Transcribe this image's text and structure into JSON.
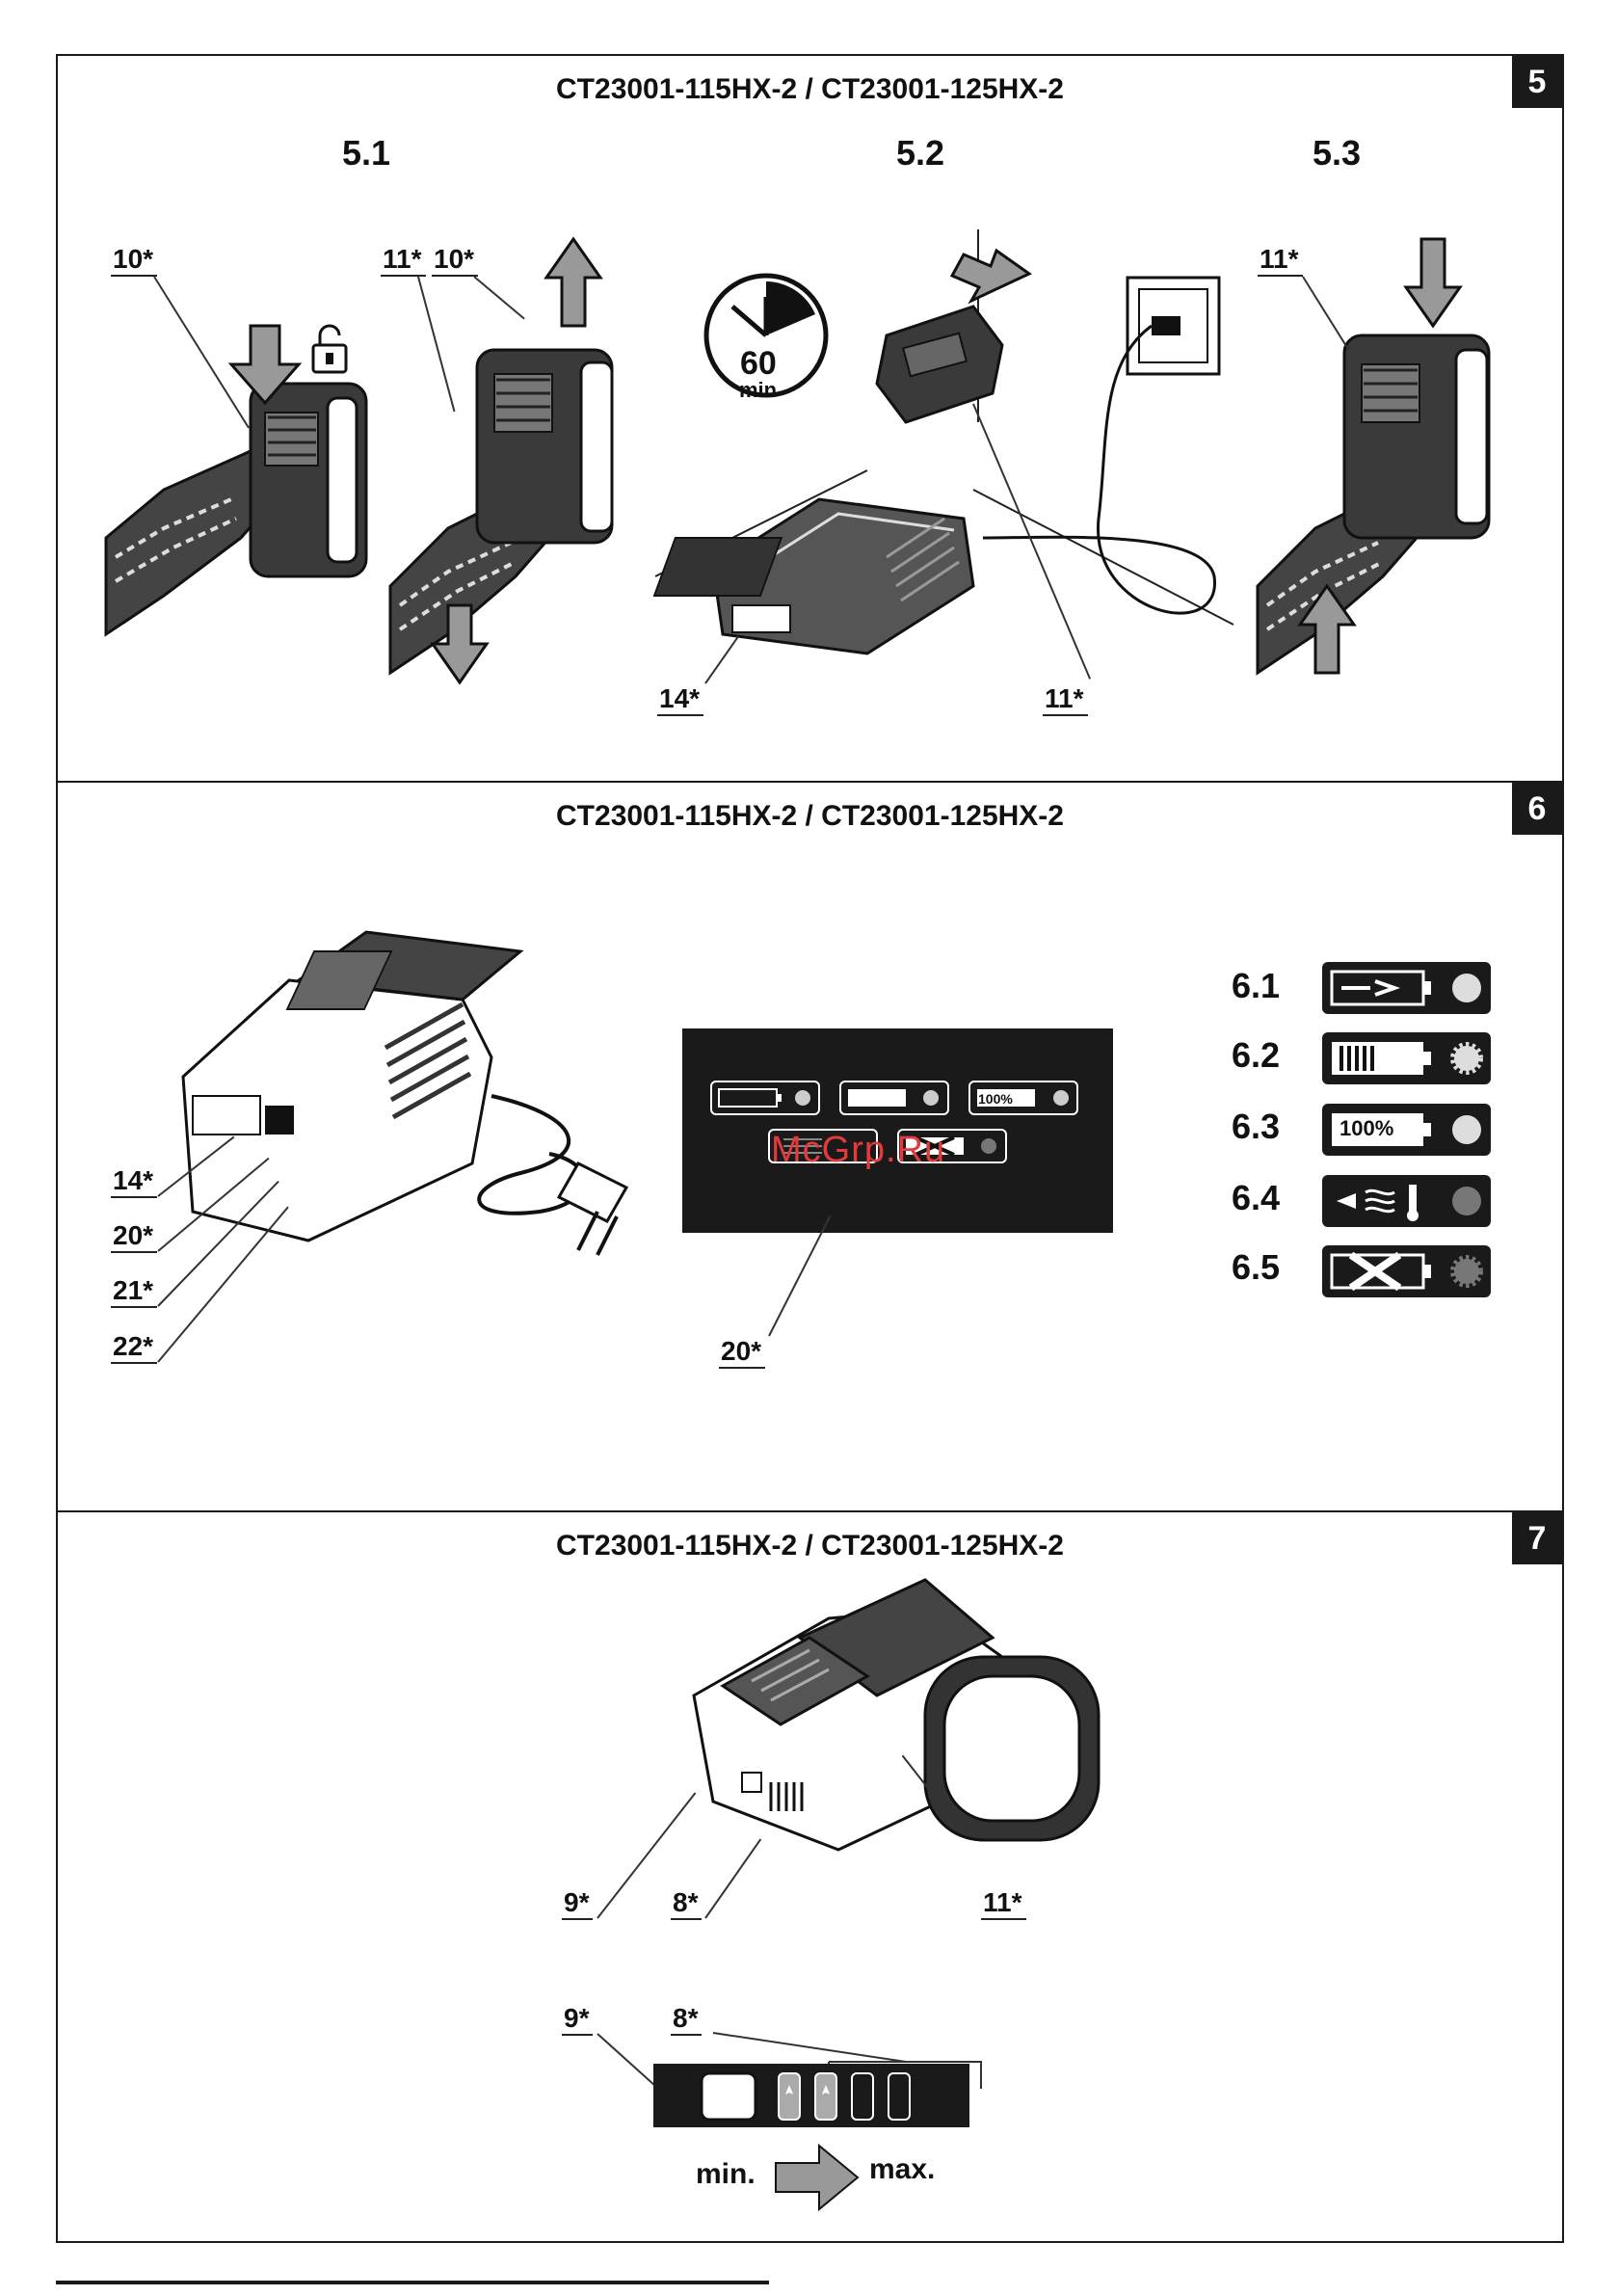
{
  "panels": [
    {
      "model": "CT23001-115HX-2 / CT23001-125HX-2",
      "number": "5"
    },
    {
      "model": "CT23001-115HX-2 / CT23001-125HX-2",
      "number": "6"
    },
    {
      "model": "CT23001-115HX-2 / CT23001-125HX-2",
      "number": "7"
    }
  ],
  "panel5": {
    "steps": [
      "5.1",
      "5.2",
      "5.3"
    ],
    "timer": {
      "value": "60",
      "unit": "min"
    },
    "labels": {
      "a": "10*",
      "b1": "11*",
      "b2": "10*",
      "c": "14*",
      "d": "11*",
      "e": "11*"
    }
  },
  "panel6": {
    "labels": [
      "14*",
      "20*",
      "21*",
      "22*"
    ],
    "display_label": "20*",
    "display_text": "100%",
    "legend": [
      {
        "num": "6.1"
      },
      {
        "num": "6.2"
      },
      {
        "num": "6.3",
        "text": "100%"
      },
      {
        "num": "6.4"
      },
      {
        "num": "6.5"
      }
    ]
  },
  "panel7": {
    "labels": {
      "a": "9*",
      "b": "8*",
      "c": "11*",
      "d": "9*",
      "e": "8*"
    },
    "scale": {
      "min": "min.",
      "max": "max."
    }
  },
  "watermark": "McGrp.Ru",
  "colors": {
    "ink": "#1a1a1a",
    "grey": "#9a9a9a",
    "accent": "#e53a3a"
  }
}
